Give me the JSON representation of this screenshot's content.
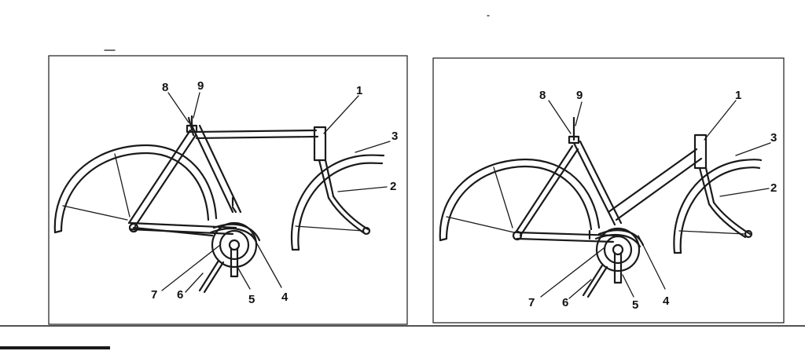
{
  "panels": [
    {
      "id": "left",
      "labels": [
        "1",
        "2",
        "3",
        "4",
        "5",
        "6",
        "7",
        "8",
        "9"
      ]
    },
    {
      "id": "right",
      "labels": [
        "1",
        "2",
        "3",
        "4",
        "5",
        "6",
        "7",
        "8",
        "9"
      ]
    }
  ],
  "colors": {
    "ink": "#1a1a1a",
    "paper": "#ffffff"
  }
}
